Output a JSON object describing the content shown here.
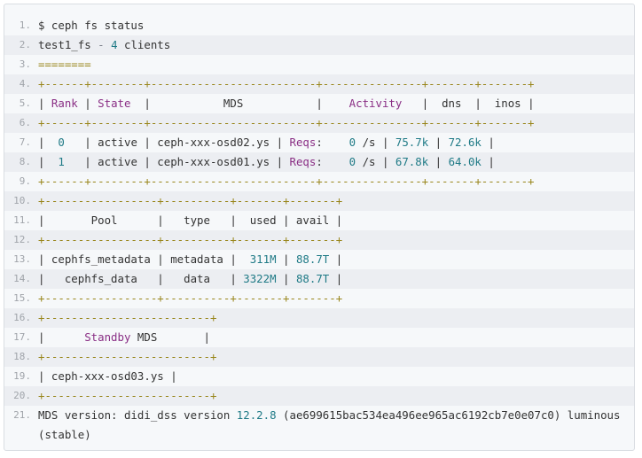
{
  "code_block": {
    "lines": [
      {
        "n": "1.",
        "segments": [
          {
            "t": "$ ceph fs status",
            "c": ""
          }
        ]
      },
      {
        "n": "2.",
        "segments": [
          {
            "t": "test1_fs ",
            "c": ""
          },
          {
            "t": "-",
            "c": "op"
          },
          {
            "t": " ",
            "c": ""
          },
          {
            "t": "4",
            "c": "num"
          },
          {
            "t": " clients",
            "c": ""
          }
        ]
      },
      {
        "n": "3.",
        "segments": [
          {
            "t": "========",
            "c": "border"
          }
        ]
      },
      {
        "n": "4.",
        "segments": [
          {
            "t": "+------+--------+-------------------------+---------------+-------+-------+",
            "c": "border"
          }
        ]
      },
      {
        "n": "5.",
        "segments": [
          {
            "t": "| ",
            "c": ""
          },
          {
            "t": "Rank",
            "c": "head"
          },
          {
            "t": " | ",
            "c": ""
          },
          {
            "t": "State",
            "c": "head"
          },
          {
            "t": "  |           MDS           |    ",
            "c": ""
          },
          {
            "t": "Activity",
            "c": "head"
          },
          {
            "t": "   |  dns  |  inos |",
            "c": ""
          }
        ]
      },
      {
        "n": "6.",
        "segments": [
          {
            "t": "+------+--------+-------------------------+---------------+-------+-------+",
            "c": "border"
          }
        ]
      },
      {
        "n": "7.",
        "segments": [
          {
            "t": "|  ",
            "c": ""
          },
          {
            "t": "0",
            "c": "num"
          },
          {
            "t": "   | active | ceph-xxx-osd02.ys | ",
            "c": ""
          },
          {
            "t": "Reqs",
            "c": "head"
          },
          {
            "t": ":    ",
            "c": ""
          },
          {
            "t": "0",
            "c": "num"
          },
          {
            "t": " /s | ",
            "c": ""
          },
          {
            "t": "75.7k",
            "c": "num"
          },
          {
            "t": " | ",
            "c": ""
          },
          {
            "t": "72.6k",
            "c": "num"
          },
          {
            "t": " |",
            "c": ""
          }
        ]
      },
      {
        "n": "8.",
        "segments": [
          {
            "t": "|  ",
            "c": ""
          },
          {
            "t": "1",
            "c": "num"
          },
          {
            "t": "   | active | ceph-xxx-osd01.ys | ",
            "c": ""
          },
          {
            "t": "Reqs",
            "c": "head"
          },
          {
            "t": ":    ",
            "c": ""
          },
          {
            "t": "0",
            "c": "num"
          },
          {
            "t": " /s | ",
            "c": ""
          },
          {
            "t": "67.8k",
            "c": "num"
          },
          {
            "t": " | ",
            "c": ""
          },
          {
            "t": "64.0k",
            "c": "num"
          },
          {
            "t": " |",
            "c": ""
          }
        ]
      },
      {
        "n": "9.",
        "segments": [
          {
            "t": "+------+--------+-------------------------+---------------+-------+-------+",
            "c": "border"
          }
        ]
      },
      {
        "n": "10.",
        "segments": [
          {
            "t": "+-----------------+----------+-------+-------+",
            "c": "border"
          }
        ]
      },
      {
        "n": "11.",
        "segments": [
          {
            "t": "|       Pool      |   type   |  used | avail |",
            "c": ""
          }
        ]
      },
      {
        "n": "12.",
        "segments": [
          {
            "t": "+-----------------+----------+-------+-------+",
            "c": "border"
          }
        ]
      },
      {
        "n": "13.",
        "segments": [
          {
            "t": "| cephfs_metadata | metadata |  ",
            "c": ""
          },
          {
            "t": "311M",
            "c": "num"
          },
          {
            "t": " | ",
            "c": ""
          },
          {
            "t": "88.7T",
            "c": "num"
          },
          {
            "t": " |",
            "c": ""
          }
        ]
      },
      {
        "n": "14.",
        "segments": [
          {
            "t": "|   cephfs_data   |   data   | ",
            "c": ""
          },
          {
            "t": "3322M",
            "c": "num"
          },
          {
            "t": " | ",
            "c": ""
          },
          {
            "t": "88.7T",
            "c": "num"
          },
          {
            "t": " |",
            "c": ""
          }
        ]
      },
      {
        "n": "15.",
        "segments": [
          {
            "t": "+-----------------+----------+-------+-------+",
            "c": "border"
          }
        ]
      },
      {
        "n": "16.",
        "segments": [
          {
            "t": "+-------------------------+",
            "c": "border"
          }
        ]
      },
      {
        "n": "17.",
        "segments": [
          {
            "t": "|      ",
            "c": ""
          },
          {
            "t": "Standby",
            "c": "head"
          },
          {
            "t": " MDS       |",
            "c": ""
          }
        ]
      },
      {
        "n": "18.",
        "segments": [
          {
            "t": "+-------------------------+",
            "c": "border"
          }
        ]
      },
      {
        "n": "19.",
        "segments": [
          {
            "t": "| ceph-xxx-osd03.ys |",
            "c": ""
          }
        ]
      },
      {
        "n": "20.",
        "segments": [
          {
            "t": "+-------------------------+",
            "c": "border"
          }
        ]
      },
      {
        "n": "21.",
        "segments": [
          {
            "t": "MDS version: didi_dss version ",
            "c": ""
          },
          {
            "t": "12.2.8",
            "c": "num"
          },
          {
            "t": " (ae699615bac534ea496ee965ac6192cb7e0e07c0) luminous (stable)",
            "c": ""
          }
        ]
      }
    ]
  }
}
